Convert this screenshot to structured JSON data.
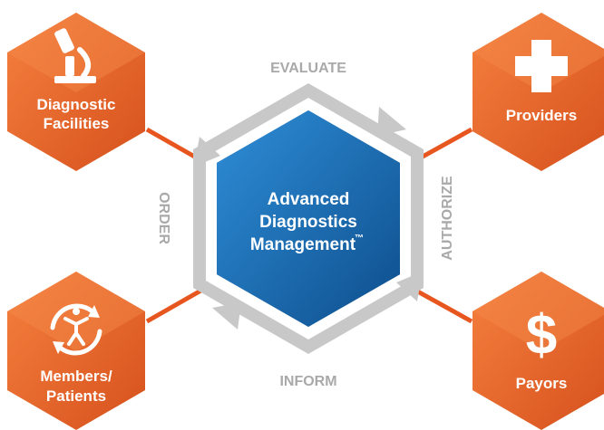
{
  "center": {
    "line1": "Advanced",
    "line2": "Diagnostics",
    "line3": "Management",
    "trademark": "™"
  },
  "cycle": {
    "top": "EVALUATE",
    "right": "AUTHORIZE",
    "bottom": "INFORM",
    "left": "ORDER"
  },
  "nodes": {
    "top_left": {
      "line1": "Diagnostic",
      "line2": "Facilities",
      "icon": "microscope-icon"
    },
    "top_right": {
      "line1": "Providers",
      "icon": "plus-icon"
    },
    "bottom_left": {
      "line1": "Members/",
      "line2": "Patients",
      "icon": "person-cycle-icon"
    },
    "bottom_right": {
      "line1": "Payors",
      "icon": "dollar-icon"
    }
  },
  "colors": {
    "orange": "#EE6A2B",
    "orange_dark": "#D9531E",
    "blue": "#1E74BB",
    "blue_dark": "#0E5A9C",
    "gray": "#C8C8C8",
    "cycle_text": "#A9A9A9"
  }
}
